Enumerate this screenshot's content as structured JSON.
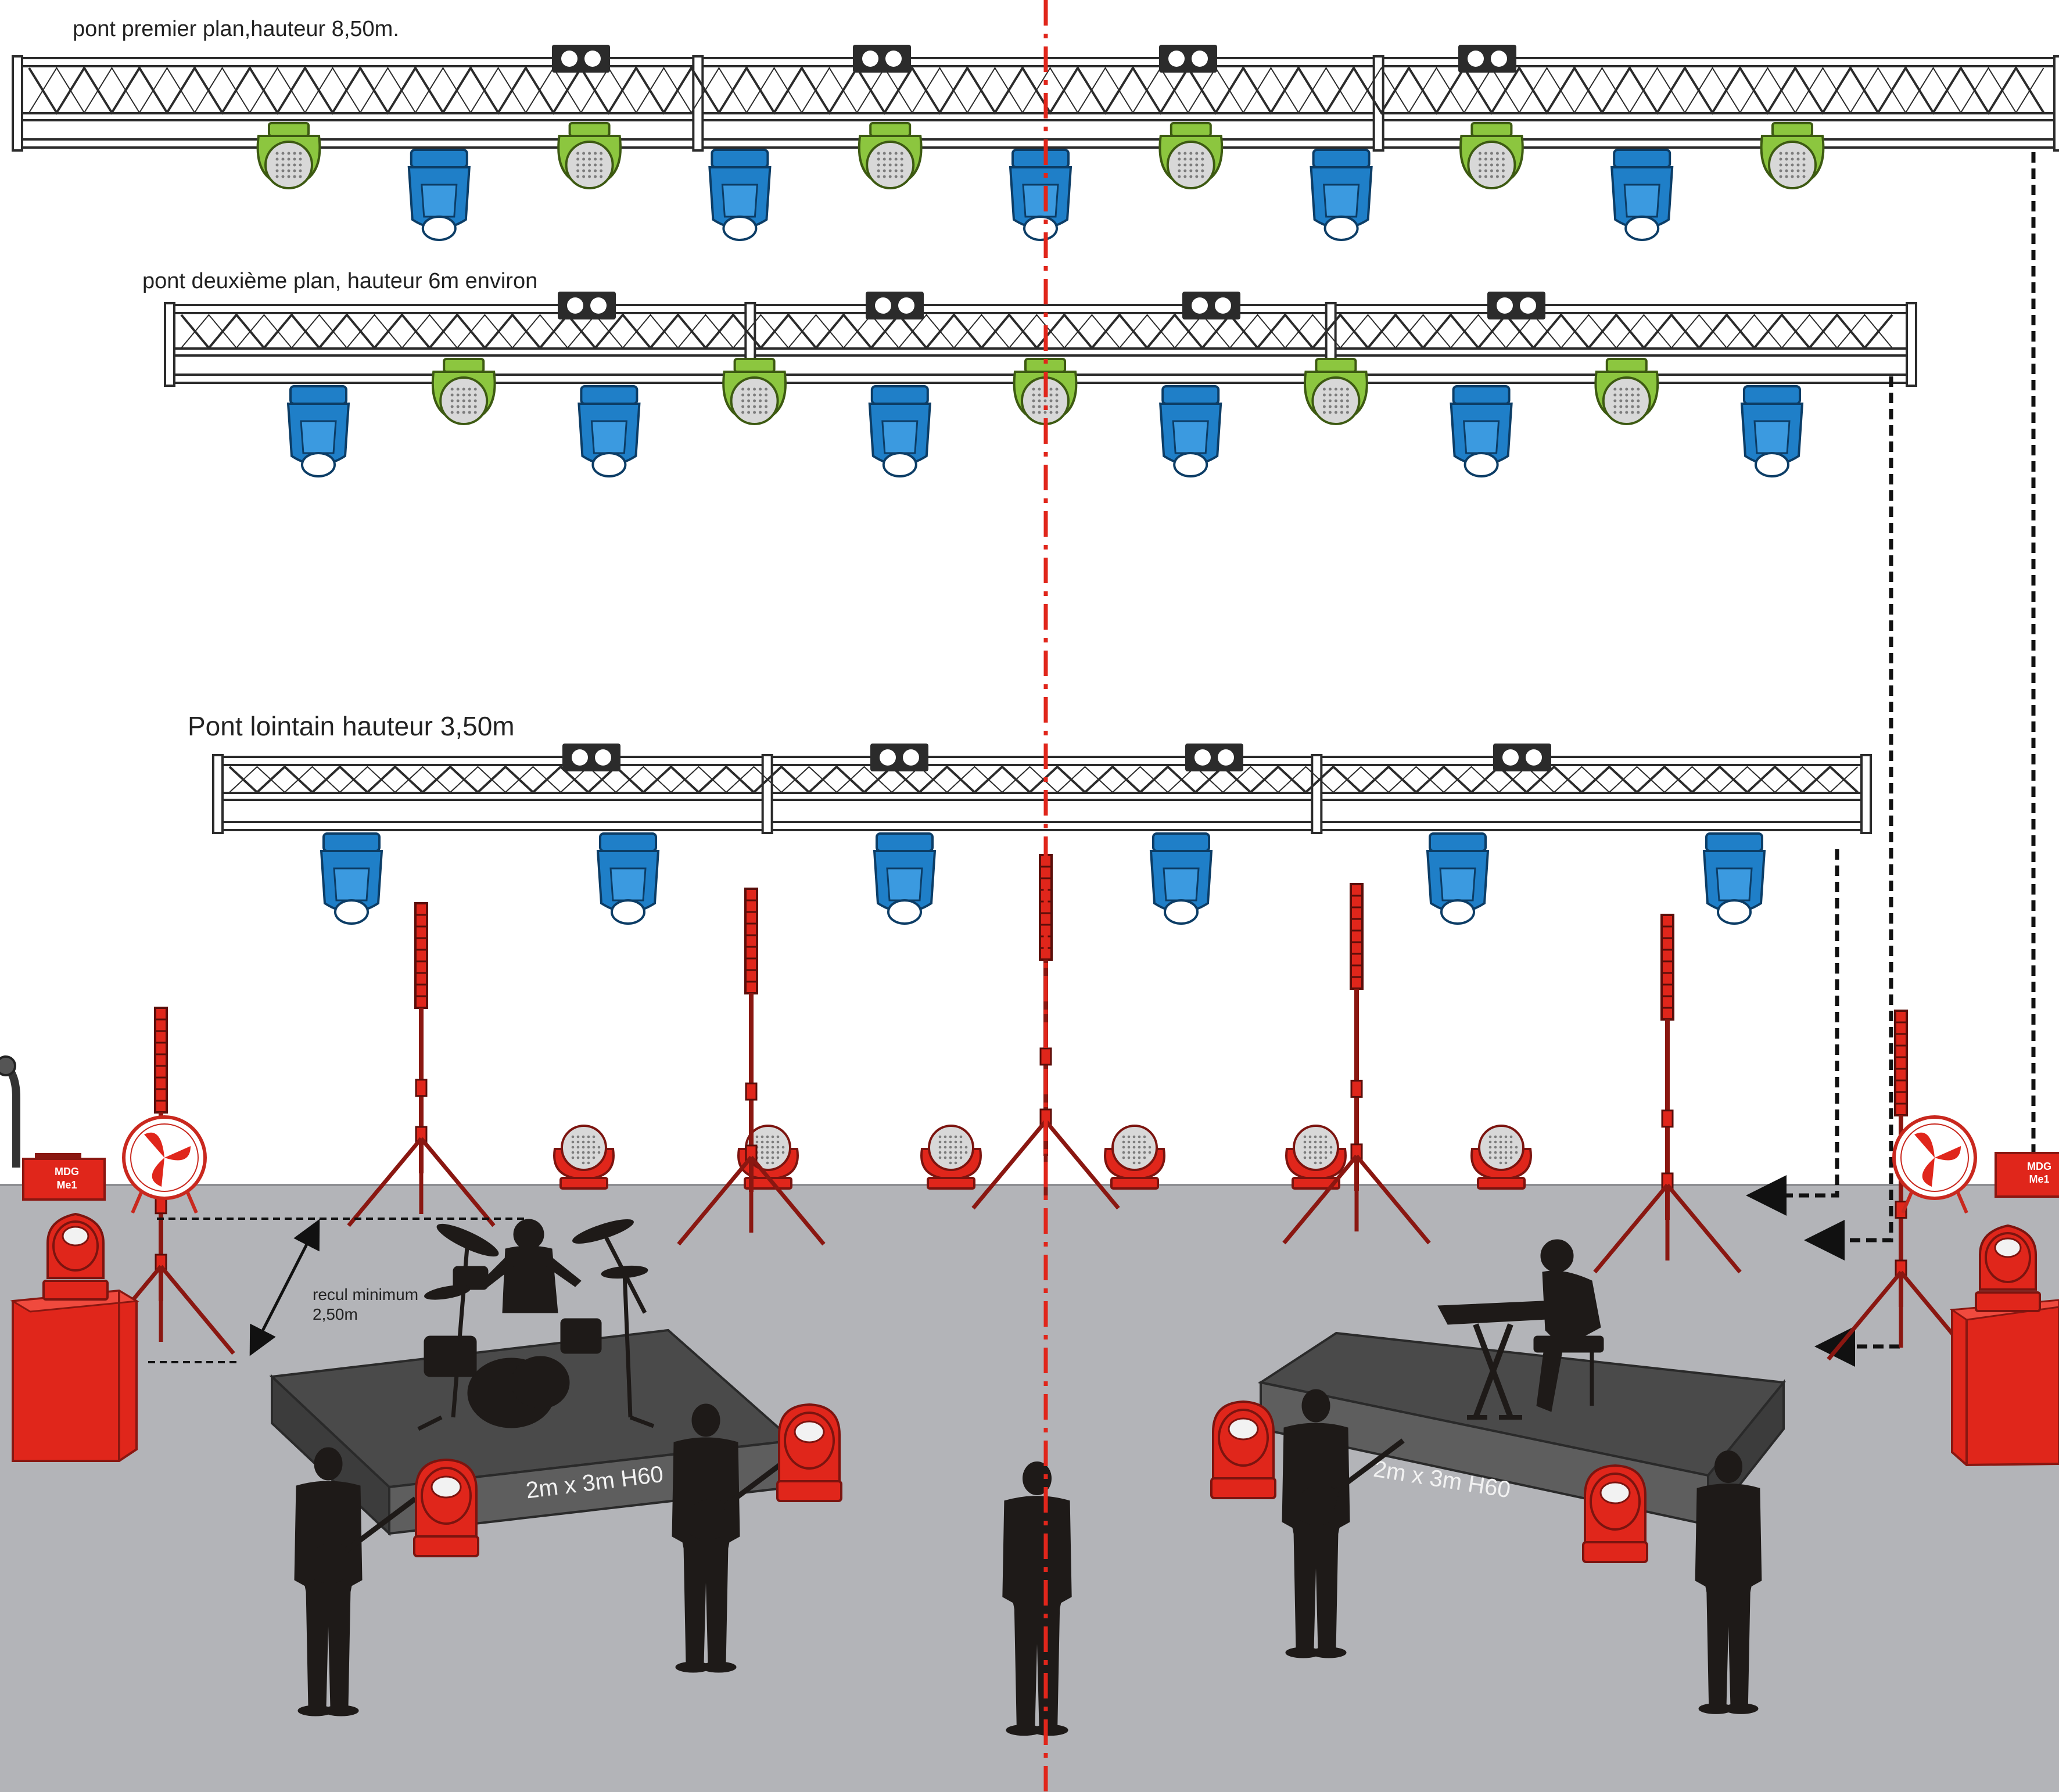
{
  "labels": {
    "truss_1": "pont premier plan,hauteur 8,50m.",
    "truss_2": "pont deuxième plan, hauteur 6m environ",
    "truss_3": "Pont lointain hauteur 3,50m",
    "setback_line1": "recul minimum",
    "setback_line2": "2,50m",
    "riser_left": "2m x 3m H60",
    "riser_right": "2m x 3m H60",
    "mdg_left_line1": "MDG",
    "mdg_left_line2": "Me1",
    "mdg_right_line1": "MDG",
    "mdg_right_line2": "Me1"
  },
  "colors": {
    "floor": "#b3b4b8",
    "truss": "#2b2b2b",
    "moving_head": "#1f7fc8",
    "wash_light": "#8cc63f",
    "red_gear": "#e0261b",
    "silhouette": "#1e1a18",
    "riser_top": "#4a4a4a",
    "riser_front": "#5e5e5e",
    "centerline": "#e0261b"
  },
  "truss_1_fixtures": [
    "wash",
    "spot",
    "wash",
    "spot",
    "wash",
    "spot",
    "wash",
    "spot",
    "wash",
    "spot",
    "wash"
  ],
  "truss_2_fixtures": [
    "spot",
    "wash",
    "spot",
    "wash",
    "spot",
    "wash",
    "spot",
    "wash",
    "spot",
    "wash",
    "spot"
  ],
  "truss_3_fixtures": [
    "spot",
    "spot",
    "spot",
    "spot",
    "spot",
    "spot"
  ]
}
